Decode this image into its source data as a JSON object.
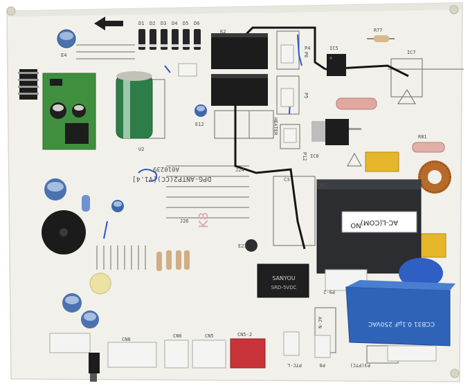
{
  "photo": {
    "colors": {
      "board": "#f1f0ea",
      "silkscreen": "#4a4a4a",
      "relay_black": "#1c1c1c",
      "relay_gray": "#2b2d30",
      "capacitor_blue": "#2f63b8",
      "capacitor_yellow": "#e6b62a",
      "module_green": "#3f8f3f",
      "connector_white": "#f4f4f2",
      "connector_red": "#c9343a",
      "pen_blue": "#2d55c8"
    },
    "labels": {
      "board_id": "DPG-ANTP2(CC)[V1.4]",
      "board_code": "A010239",
      "relay_label_top": "AC-L(COM)",
      "relay_label_bottom": "NO",
      "relay_small_brand": "SANYOU",
      "relay_small_model": "SRD-5VDC",
      "x_cap_text": "CCB31 0.1μF 250VAC",
      "kb_mark": "K8",
      "connectors": {
        "cn8": "CN8",
        "cn5": "CN5",
        "cn5_2": "CN5-2",
        "cn6": "CN6",
        "p6": "P6",
        "p5": "P5",
        "p4": "P4",
        "p12": "P12",
        "p3": "P3",
        "p9_2": "P9-2",
        "ac_n": "AC-N",
        "ptc_l": "PTC-L",
        "p8": "P8",
        "heater": "HEATER",
        "p3_ptc": "P3(PTC)"
      },
      "parts": {
        "d1": "D1",
        "d2": "D2",
        "d3": "D3",
        "d4": "D4",
        "d5": "D5",
        "d6": "D6",
        "ic5": "IC5",
        "ic7": "IC7",
        "ic8": "IC8",
        "r77": "R77",
        "r81": "R81",
        "e4": "E4",
        "e12": "E12",
        "e23": "E23",
        "j24": "J24",
        "j26": "J26",
        "u2": "U2",
        "c3": "C3",
        "k2": "K2"
      }
    }
  }
}
